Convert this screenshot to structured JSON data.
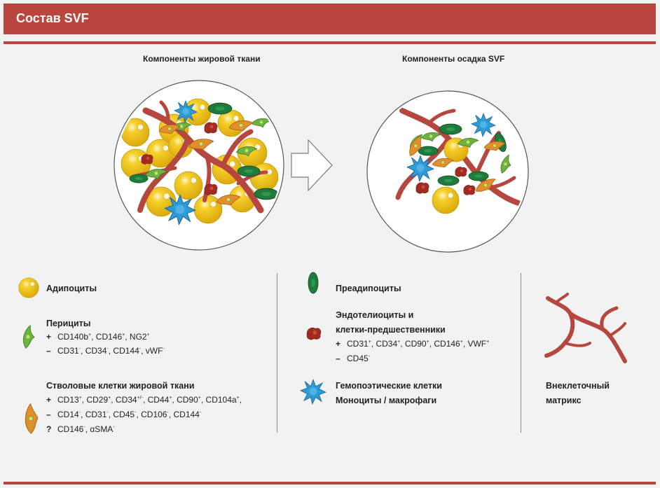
{
  "header": {
    "title": "Состав SVF"
  },
  "panels": {
    "left_title": "Компоненты жировой ткани",
    "right_title": "Компоненты осадка SVF"
  },
  "legend": {
    "adipocytes": "Адипоциты",
    "pericytes": {
      "title": "Перициты",
      "lines": [
        {
          "sign": "+",
          "items": [
            {
              "t": "CD140b",
              "s": "+"
            },
            {
              "t": ", CD146",
              "s": "+"
            },
            {
              "t": ", NG2",
              "s": "+"
            }
          ]
        },
        {
          "sign": "–",
          "items": [
            {
              "t": "CD31",
              "s": "-"
            },
            {
              "t": ", CD34",
              "s": "-"
            },
            {
              "t": ", CD144",
              "s": "-"
            },
            {
              "t": ", vWF",
              "s": "-"
            }
          ]
        }
      ]
    },
    "stem_cells": {
      "title": "Стволовые клетки жировой ткани",
      "lines": [
        {
          "sign": "+",
          "items": [
            {
              "t": "CD13",
              "s": "+"
            },
            {
              "t": ", CD29",
              "s": "+"
            },
            {
              "t": ", CD34",
              "s": "+/-"
            },
            {
              "t": ", CD44",
              "s": "+"
            },
            {
              "t": ", CD90",
              "s": "+"
            },
            {
              "t": ", CD104a",
              "s": "+"
            },
            {
              "t": ",",
              "s": ""
            }
          ]
        },
        {
          "sign": "–",
          "items": [
            {
              "t": "CD14",
              "s": "-"
            },
            {
              "t": ", CD31",
              "s": "-"
            },
            {
              "t": ", CD45",
              "s": "-"
            },
            {
              "t": ", CD106",
              "s": "-"
            },
            {
              "t": ", CD144",
              "s": "-"
            }
          ]
        },
        {
          "sign": "?",
          "items": [
            {
              "t": "CD146",
              "s": "-"
            },
            {
              "t": ", αSMA",
              "s": "-"
            }
          ]
        }
      ]
    },
    "preadipocytes": "Преадипоциты",
    "endothelial": {
      "title_line1": "Эндотелиоциты и",
      "title_line2": "клетки-предшественники",
      "lines": [
        {
          "sign": "+",
          "items": [
            {
              "t": "CD31",
              "s": "+"
            },
            {
              "t": ", CD34",
              "s": "+"
            },
            {
              "t": ", CD90",
              "s": "+"
            },
            {
              "t": ", CD146",
              "s": "+"
            },
            {
              "t": ", VWF",
              "s": "+"
            }
          ]
        },
        {
          "sign": "–",
          "items": [
            {
              "t": "CD45",
              "s": "-"
            }
          ]
        }
      ]
    },
    "hematopoietic": {
      "line1": "Гемопоэтические клетки",
      "line2": "Моноциты / макрофаги"
    },
    "ecm": {
      "line1": "Внеклеточный",
      "line2": "матрикс"
    }
  },
  "colors": {
    "brand": "#b9463e",
    "adipocyte": "#f0c419",
    "vessel": "#b5473f",
    "preadipocyte": "#1f7a3c",
    "pericyte": "#6db33f",
    "stem_cell": "#e08f2a",
    "endothelial": "#a32a1e",
    "hematopoietic": "#2e9bd6"
  },
  "icons": [
    "adipocyte-icon",
    "pericyte-icon",
    "stem-cell-icon",
    "preadipocyte-icon",
    "endothelial-cell-icon",
    "hematopoietic-cell-icon",
    "extracellular-matrix-icon",
    "arrow-right-icon"
  ]
}
